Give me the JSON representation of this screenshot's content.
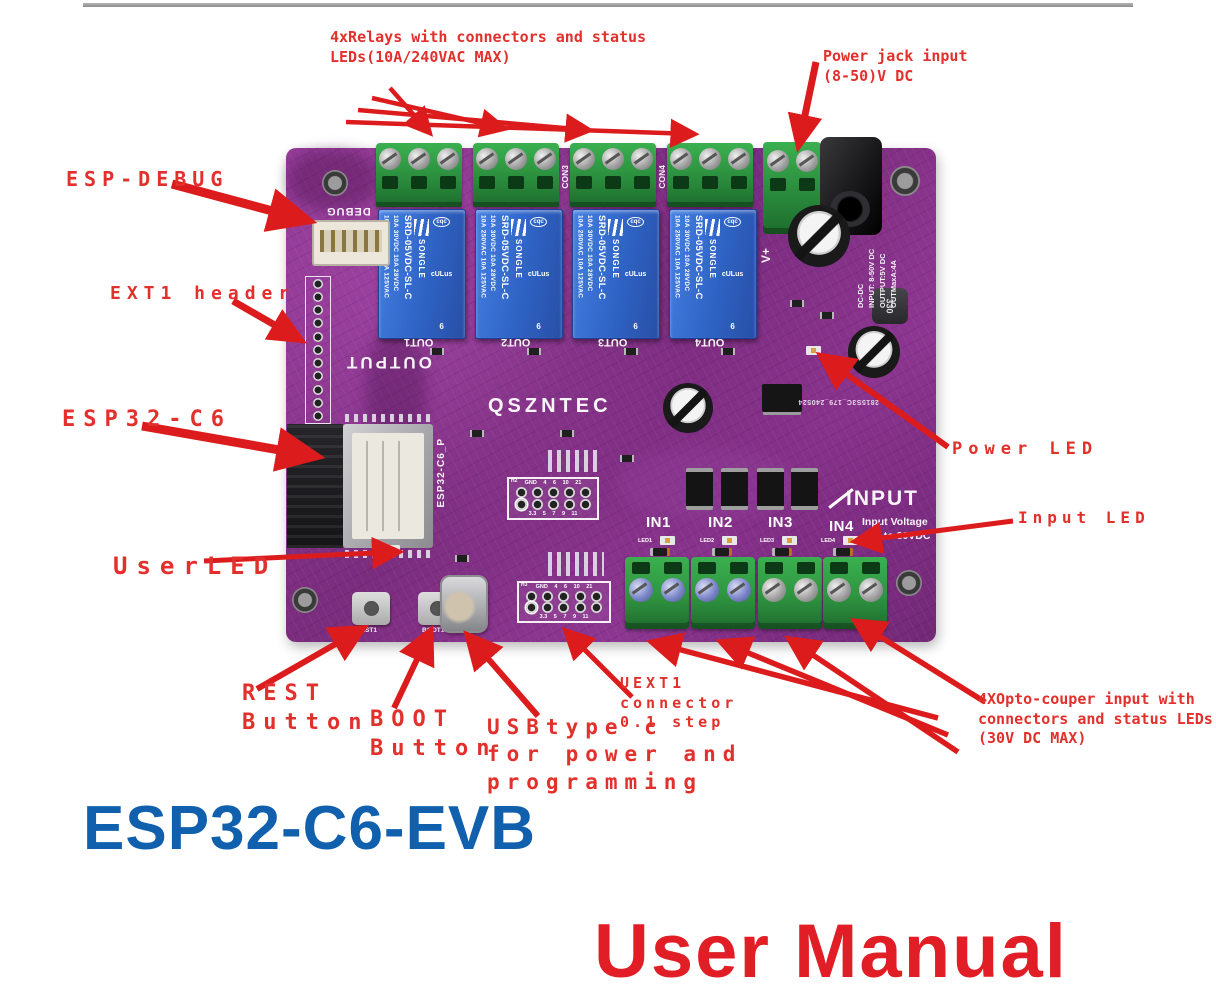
{
  "titles": {
    "product": "ESP32-C6-EVB",
    "manual": "User Manual"
  },
  "ann": {
    "relays": "4xRelays with connectors and status\nLEDs(10A/240VAC MAX)",
    "power_jack": "Power jack input\n(8-50)V DC",
    "esp_debug": "ESP-DEBUG",
    "ext1": "EXT1 header",
    "esp32c6": "ESP32-C6",
    "userled": "UserLED",
    "rest": "REST\nButton",
    "boot": "BOOT\nButton",
    "usb": "USBtype c\nfor power and\nprogramming",
    "uext1": "UEXT1\nconnector\n0.1 step",
    "opto": "4XOpto-couper input with\nconnectors and status LEDs\n(30V DC MAX)",
    "power_led": "Power LED",
    "input_led": "Input LED"
  },
  "board": {
    "brand": "QSZNTEC",
    "output": "OUTPUT",
    "input": "INPUT",
    "voltage1": "Input Voltage",
    "voltage2": "up to 30VDC",
    "debug": "DEBUG",
    "vplus": "V+",
    "module": "ESP32-C6_P",
    "batch": "2815S3C_179_240524",
    "inductor": "330",
    "dcdc": [
      "DC-DC",
      "INPUT: 8-50V DC",
      "OUTPUT:5V DC",
      "OUTMaxA:4A"
    ],
    "relay": {
      "ratings1": "10A 250VAC 10A 125VAC",
      "ratings2": "10A 30VDC 10A 28VDC",
      "model": "SRD-05VDC-SL-C",
      "brand": "SONGLE",
      "cert": "cqc",
      "ul": "cULus",
      "pin": "6"
    },
    "outputs": [
      "OUT1",
      "OUT2",
      "OUT3",
      "OUT4"
    ],
    "cons": [
      "CON3",
      "CON4"
    ],
    "inputs": [
      "IN1",
      "IN2",
      "IN3",
      "IN4"
    ],
    "leds": [
      "LED1",
      "LED2",
      "LED3",
      "LED4"
    ],
    "buttons": [
      "REST1",
      "BOOT1"
    ],
    "headers": {
      "h2": "H2",
      "h3": "H3",
      "top": "GND 4 6 10 21",
      "bottom": "3.3 5 7 9 11"
    }
  },
  "colors": {
    "annotation_red": "#e2302c",
    "arrow_red": "#dc1c1c",
    "title_blue": "#1060ae",
    "title_red": "#e11d26",
    "board_purple": "#8d3691",
    "relay_blue": "#2f63c4",
    "terminal_green": "#2a8c3c"
  }
}
